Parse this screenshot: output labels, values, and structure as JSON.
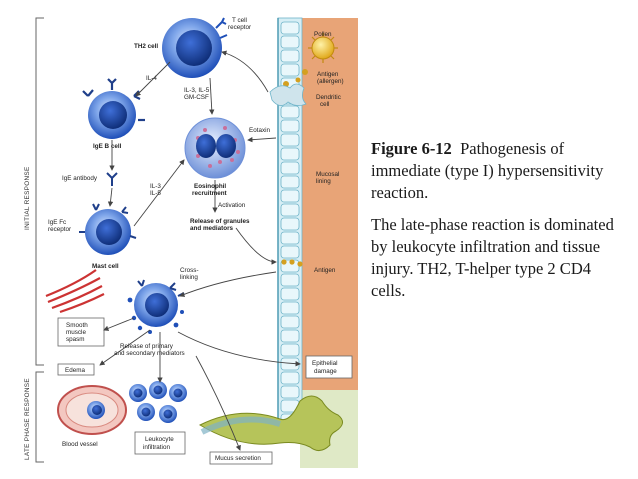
{
  "caption": {
    "figure_label": "Figure 6-12",
    "figure_title": "Pathogenesis of immediate (type I) hypersensitivity reaction.",
    "body": "The late-phase reaction is dominated by leukocyte infiltration and tissue injury. TH2, T-helper type 2 CD4 cells."
  },
  "diagram": {
    "phase_labels": {
      "initial": "INITIAL RESPONSE",
      "late": "LATE PHASE RESPONSE"
    },
    "labels": {
      "t_cell_receptor_1": "T cell",
      "t_cell_receptor_2": "receptor",
      "th2_cell": "TH2 cell",
      "il4": "IL-4",
      "il3_il5_gmcsf_1": "IL-3, IL-5",
      "il3_il5_gmcsf_2": "GM-CSF",
      "ige_b_cell": "IgE B cell",
      "ige_antibody": "IgE antibody",
      "il3_il5_2_1": "IL-3",
      "il3_il5_2_2": "IL-5",
      "ige_fc_receptor_1": "IgE Fc",
      "ige_fc_receptor_2": "receptor",
      "mast_cell": "Mast cell",
      "eosinophil_recruitment_1": "Eosinophil",
      "eosinophil_recruitment_2": "recruitment",
      "eotaxin": "Eotaxin",
      "activation": "Activation",
      "release_granules_1": "Release of granules",
      "release_granules_2": "and mediators",
      "pollen": "Pollen",
      "antigen_allergen_1": "Antigen",
      "antigen_allergen_2": "(allergen)",
      "dendritic_cell_1": "Dendritic",
      "dendritic_cell_2": "cell",
      "mucosal_lining_1": "Mucosal",
      "mucosal_lining_2": "lining",
      "antigen": "Antigen",
      "cross_linking_1": "Cross-",
      "cross_linking_2": "linking",
      "smooth_muscle_1": "Smooth",
      "smooth_muscle_2": "muscle",
      "smooth_muscle_3": "spasm",
      "release_primary_1": "Release of primary",
      "release_primary_2": "and secondary mediators",
      "edema": "Edema",
      "epithelial_damage_1": "Epithelial",
      "epithelial_damage_2": "damage",
      "blood_vessel": "Blood vessel",
      "leukocyte_infiltration_1": "Leukocyte",
      "leukocyte_infiltration_2": "infiltration",
      "mucus_secretion": "Mucus secretion"
    },
    "colors": {
      "cell_blue": "#1f4fb8",
      "cell_light": "#8fb6ee",
      "mucosa_blue": "#d6eef5",
      "tissue_orange": "#e8a477",
      "eosinophil_pink": "#c86f9a",
      "pollen_yellow": "#f0c52a",
      "mucus_green": "#8ea42a",
      "muscle_red": "#cc3333"
    }
  }
}
